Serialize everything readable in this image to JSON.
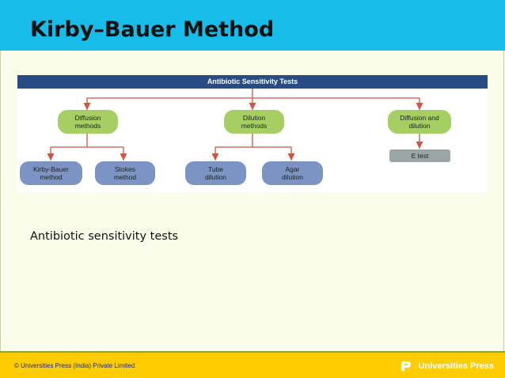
{
  "slide": {
    "title": "Kirby–Bauer Method",
    "caption": "Antibiotic sensitivity tests"
  },
  "diagram": {
    "header": "Antibiotic Sensitivity Tests",
    "nodes": {
      "diffusion": "Diffusion\nmethods",
      "dilution": "Dilution\nmethods",
      "diffusion_dilution": "Diffusion and\ndilution",
      "kirby_bauer": "Kirby-Bauer\nmethod",
      "stokes": "Stokes\nmethod",
      "tube": "Tube\ndilution",
      "agar": "Agar\ndilution",
      "etest": "E test"
    }
  },
  "footer": {
    "copyright": "© Universities Press (India) Private Limited",
    "brand": "Universities Press"
  },
  "colors": {
    "header_bar": "#17bde8",
    "diagram_header": "#284b84",
    "arrow": "#cc5544",
    "level1_nodes": "#a6cf63",
    "level2_nodes": "#7b94c3",
    "footer": "#ffcc00"
  },
  "icons": {
    "brand_logo": "universities-press-logo-icon"
  }
}
